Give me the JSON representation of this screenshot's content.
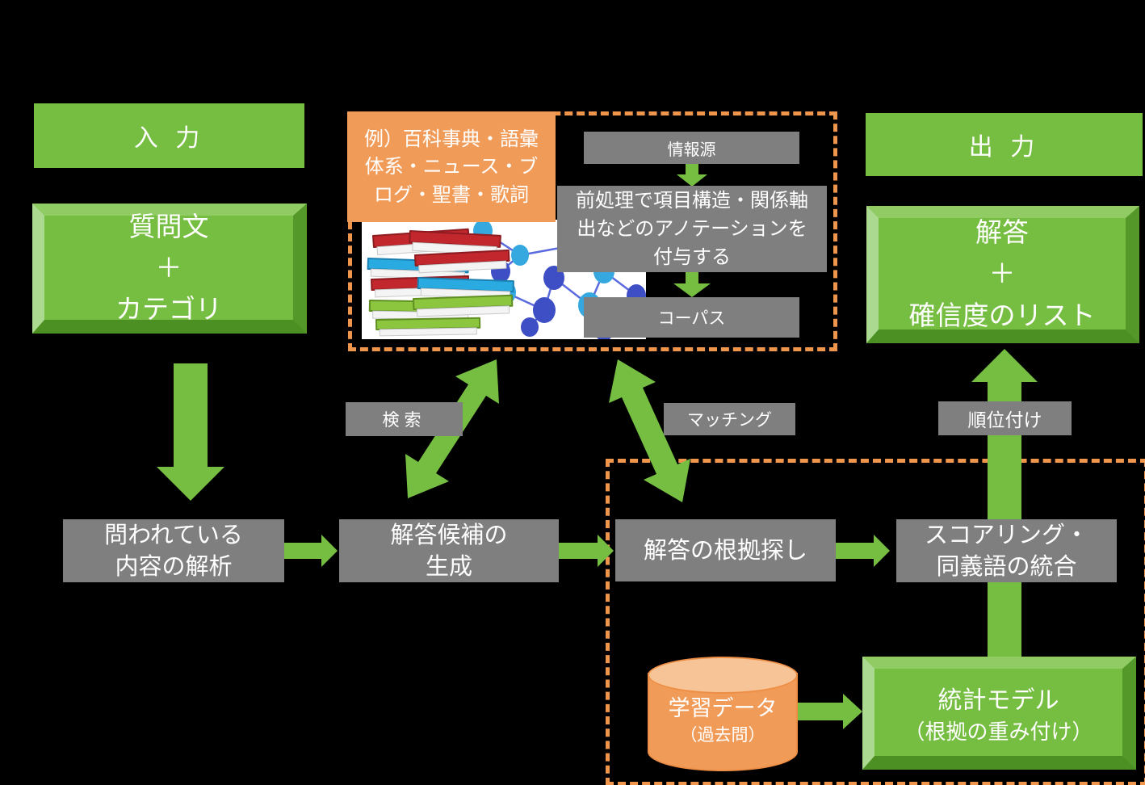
{
  "input_section": {
    "header": "入 力",
    "io_box": "質問文\n＋\nカテゴリ"
  },
  "output_section": {
    "header": "出 力",
    "io_box": "解答\n＋\n確信度のリスト"
  },
  "knowledge_section": {
    "example_note": "例）百科事典・語彙\n体系・ニュース・ブ\nログ・聖書・歌詞",
    "source_label": "情報源",
    "preprocess_note": "前処理で項目構造・関係軸\n出などのアノテーションを\n付与する",
    "corpus_label": "コーパス"
  },
  "edge_labels": {
    "search": "検索",
    "matching": "マッチング",
    "ranking": "順位付け"
  },
  "pipeline": {
    "analyze": "問われている\n内容の解析",
    "generate": "解答候補の\n生成",
    "evidence": "解答の根拠探し",
    "scoring": "スコアリング・\n同義語の統合"
  },
  "training_section": {
    "store_title": "学習データ",
    "store_sub": "（過去問）",
    "model_title": "統計モデル",
    "model_sub": "（根拠の重み付け）"
  },
  "colors": {
    "box_green": "#76BE41",
    "bevel_light": "#ABD98F",
    "bevel_dark": "#4C9023",
    "gray": "#7F7F7F",
    "orange": "#F19B59",
    "dashed_orange": "#F0954C",
    "network_blue_light": "#35A8E0",
    "network_blue_dark": "#3E4EC4",
    "background": "#000000"
  }
}
